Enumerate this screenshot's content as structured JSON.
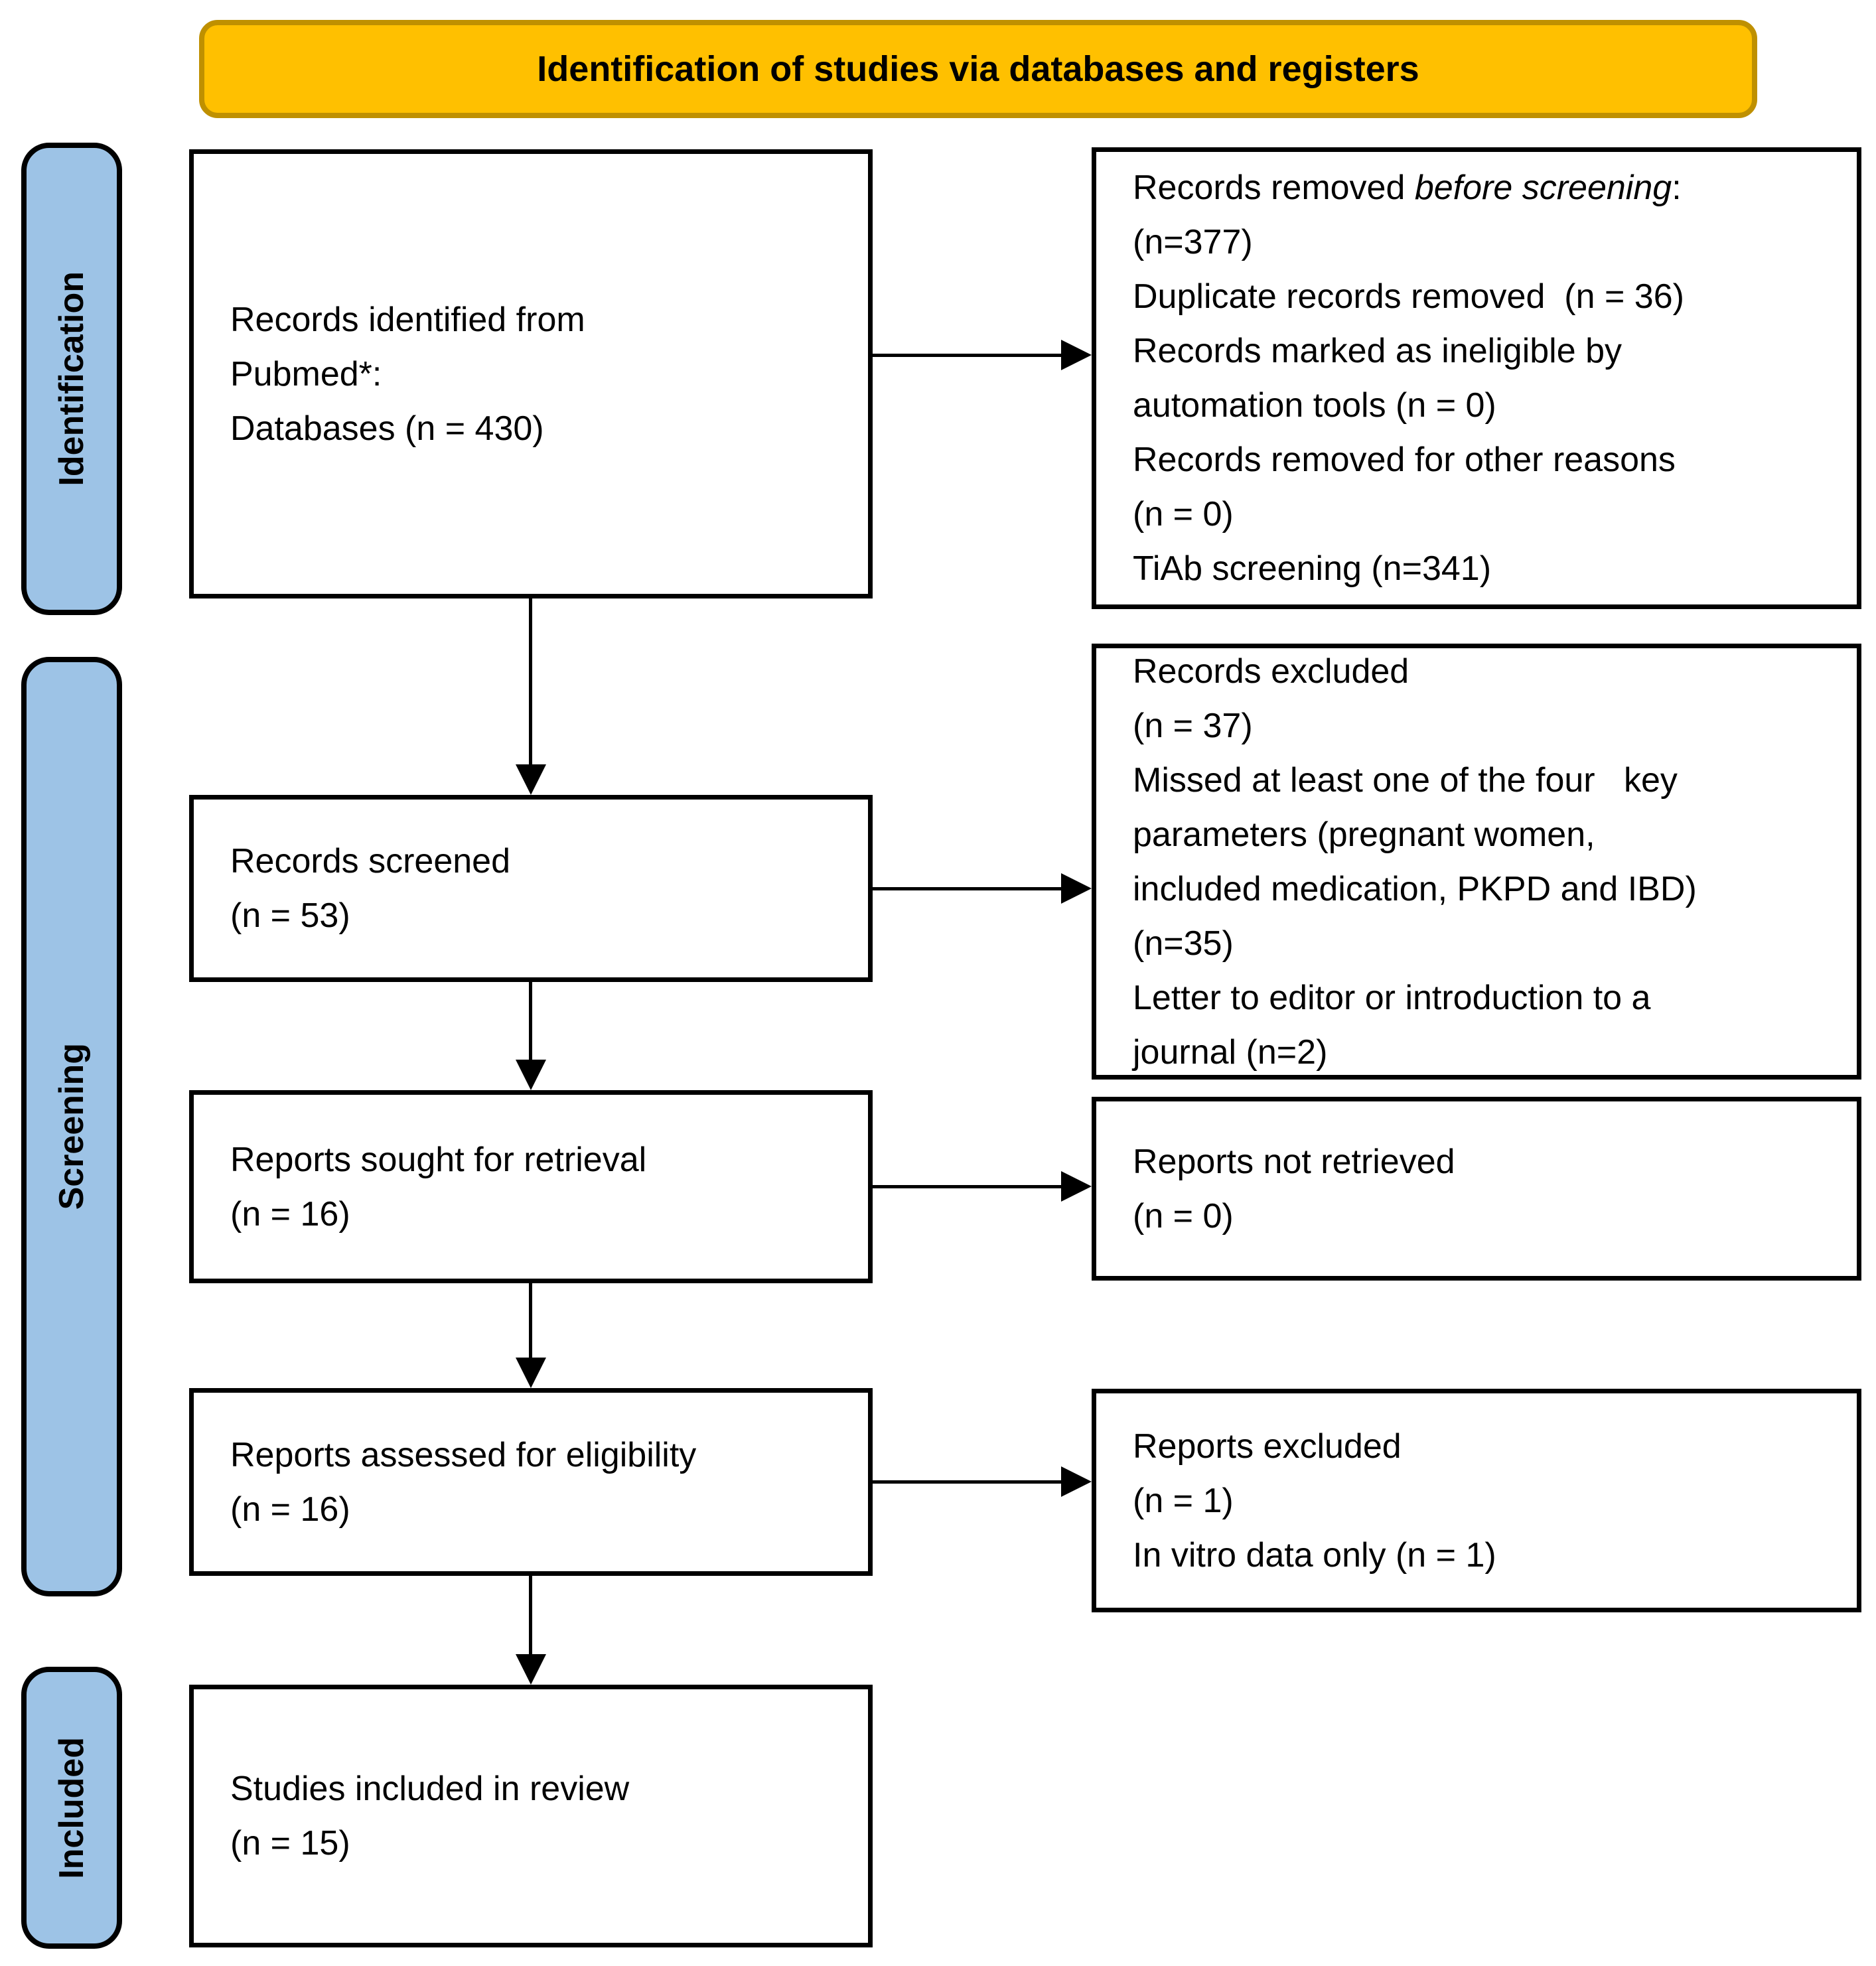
{
  "banner": {
    "label": "Identification of studies via databases and registers"
  },
  "colors": {
    "banner_fill": "#FFC000",
    "banner_border": "#BF9000",
    "stage_fill": "#9DC3E6"
  },
  "stages": [
    {
      "label": "Identification"
    },
    {
      "label": "Screening"
    },
    {
      "label": "Included"
    }
  ],
  "boxes": {
    "identified": {
      "lines": [
        "Records identified from",
        "Pubmed*:",
        "Databases (n = 430)"
      ]
    },
    "removed": {
      "line1": {
        "prefix": "Records removed ",
        "italic": "before screening",
        "suffix": ":"
      },
      "lines": [
        "(n=377)",
        "Duplicate records removed  (n = 36)",
        "Records marked as ineligible by",
        "automation tools (n = 0)",
        "Records removed for other reasons",
        "(n = 0)",
        "TiAb screening (n=341)"
      ]
    },
    "screened": {
      "lines": [
        "Records screened",
        "(n = 53)"
      ]
    },
    "excluded_records": {
      "lines": [
        "Records excluded",
        "(n = 37)",
        "Missed at least one of the four   key",
        "parameters (pregnant women,",
        "included medication, PKPD and IBD)",
        "(n=35)",
        "Letter to editor or introduction to a",
        "journal (n=2)"
      ]
    },
    "sought": {
      "lines": [
        "Reports sought for retrieval",
        "(n = 16)"
      ]
    },
    "not_retrieved": {
      "lines": [
        "Reports not retrieved",
        "(n = 0)"
      ]
    },
    "assessed": {
      "lines": [
        "Reports assessed for eligibility",
        "(n = 16)"
      ]
    },
    "excluded_reports": {
      "lines": [
        "Reports excluded",
        "(n = 1)",
        "In vitro data only (n = 1)"
      ]
    },
    "included_studies": {
      "lines": [
        "Studies included in review",
        "(n = 15)"
      ]
    }
  }
}
